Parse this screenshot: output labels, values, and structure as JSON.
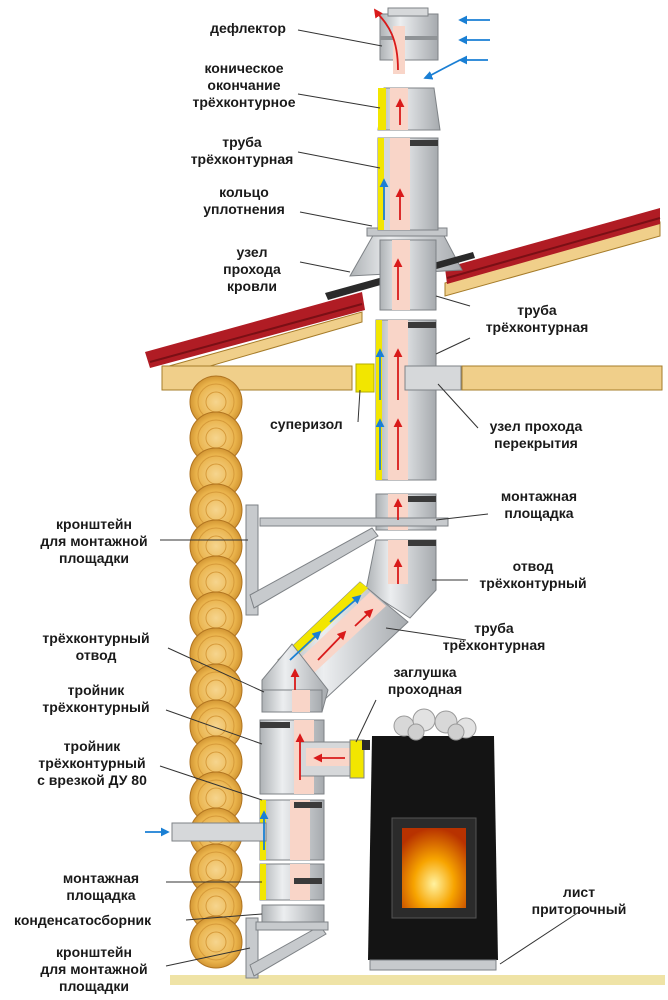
{
  "labels": {
    "deflector": "дефлектор",
    "conical_end": "коническое\nокончание\nтрёхконтурное",
    "pipe_upper": "труба\nтрёхконтурная",
    "seal_ring": "кольцо\nуплотнения",
    "roof_pass": "узел\nпрохода\nкровли",
    "pipe_right": "труба\nтрёхконтурная",
    "superizol": "суперизол",
    "ceiling_pass": "узел прохода\nперекрытия",
    "mount_platform_right": "монтажная\nплощадка",
    "bracket_upper": "кронштейн\nдля монтажной\nплощадки",
    "elbow_right": "отвод\nтрёхконтурный",
    "pipe_diagonal": "труба\nтрёхконтурная",
    "elbow_left": "трёхконтурный\nотвод",
    "pass_plug": "заглушка\nпроходная",
    "tee": "тройник\nтрёхконтурный",
    "tee_du80": "тройник\nтрёхконтурный\nс врезкой ДУ 80",
    "mount_platform_left": "монтажная\nплощадка",
    "condensate": "конденсатосборник",
    "bracket_lower": "кронштейн\nдля монтажной\nплощадки",
    "fire_sheet": "лист\nпритопочный"
  },
  "colors": {
    "steel": "#d6d8da",
    "steel_dark": "#8f9396",
    "core": "#f9d5c8",
    "insulation": "#f2e600",
    "roof_tile": "#b01c24",
    "timber": "#f0cf8a",
    "log": "#e9b24a",
    "stove": "#141414",
    "fire": "#f28a00",
    "arrow_hot": "#d91a1a",
    "arrow_cold": "#1a7fd4",
    "floor": "#efe3a6"
  }
}
